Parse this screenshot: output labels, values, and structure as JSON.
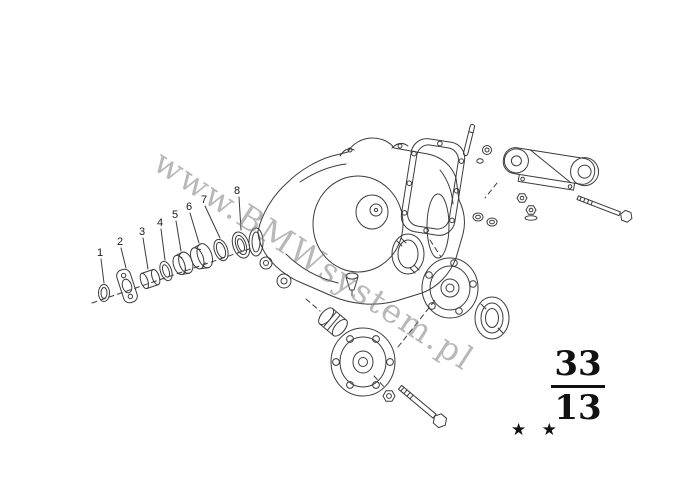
{
  "watermark": {
    "text": "www.BMWsystem.pl"
  },
  "callouts": [
    "1",
    "2",
    "3",
    "4",
    "5",
    "6",
    "7",
    "8"
  ],
  "section": {
    "main": "33",
    "sub": "13",
    "stars": "★ ★"
  },
  "colors": {
    "line": "#3b3b3b",
    "watermark": "#9a9a9a",
    "background": "#ffffff"
  }
}
